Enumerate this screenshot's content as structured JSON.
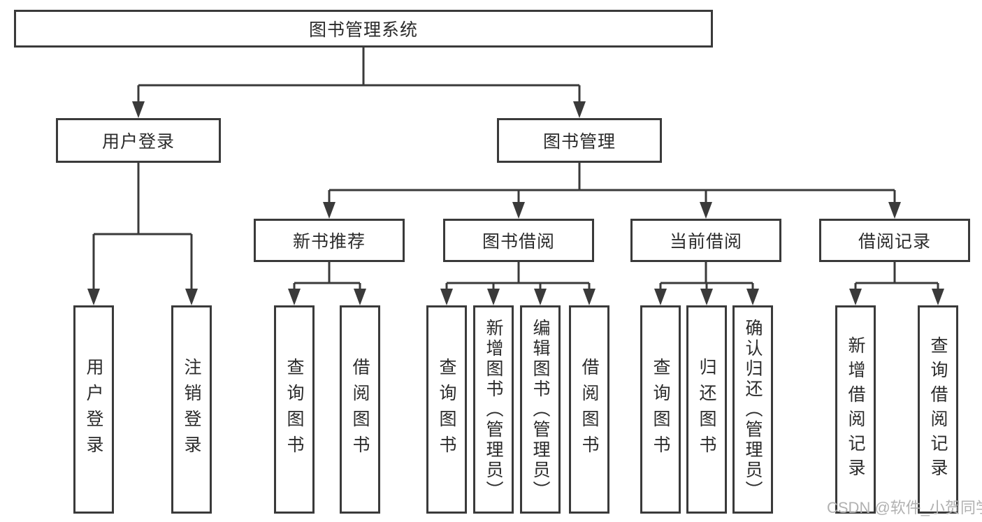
{
  "diagram": {
    "root": {
      "label": "图书管理系统"
    },
    "level2": [
      {
        "label": "用户登录"
      },
      {
        "label": "图书管理"
      }
    ],
    "level3": [
      {
        "label": "新书推荐"
      },
      {
        "label": "图书借阅"
      },
      {
        "label": "当前借阅"
      },
      {
        "label": "借阅记录"
      }
    ],
    "leaves": {
      "user_login": [
        "用户登录",
        "注销登录"
      ],
      "new_books": [
        "查询图书",
        "借阅图书"
      ],
      "book_borrow": [
        "查询图书",
        "新增图书（管理员）",
        "编辑图书（管理员）",
        "借阅图书"
      ],
      "current_borrow": [
        "查询图书",
        "归还图书",
        "确认归还（管理员）"
      ],
      "borrow_records": [
        "新增借阅记录",
        "查询借阅记录"
      ]
    }
  },
  "watermark": {
    "text": "CSDN @软件_小贺同学"
  },
  "colors": {
    "line": "#3a3a3a",
    "text": "#2b2b2b",
    "watermark": "#b1b1b1",
    "background": "#ffffff"
  }
}
